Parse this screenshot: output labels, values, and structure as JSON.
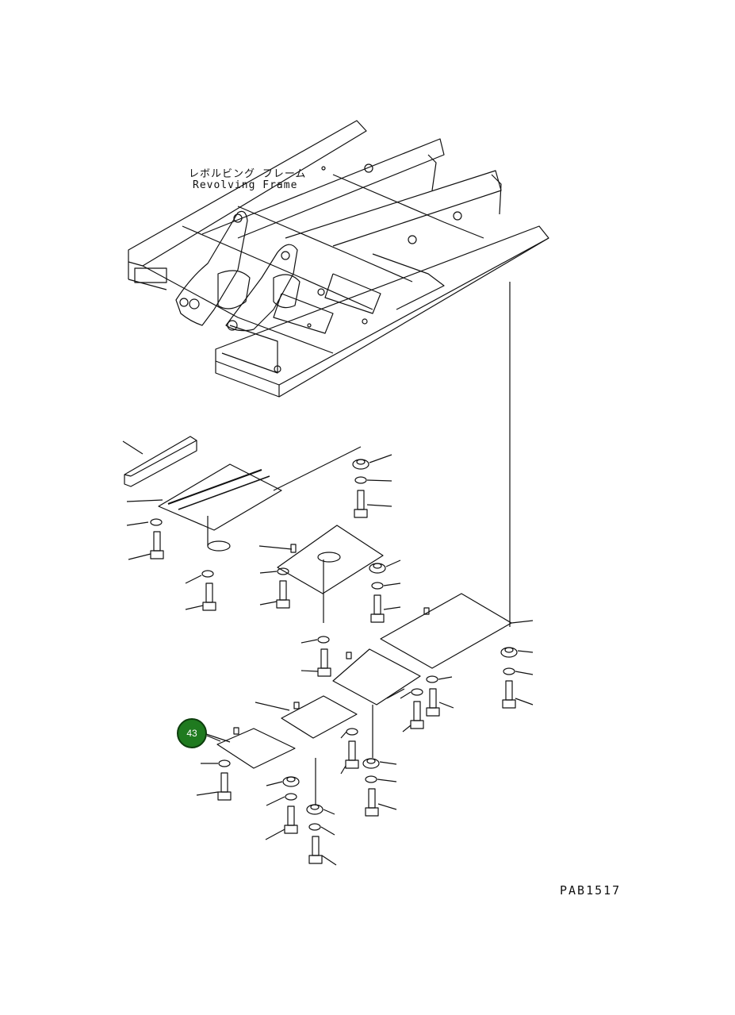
{
  "labels": {
    "frame_jp": "レボルビング フレーム",
    "frame_en": "Revolving Frame",
    "drawing_code": "PAB1517"
  },
  "callout": {
    "number": "43",
    "color": "#1f7a1f"
  }
}
